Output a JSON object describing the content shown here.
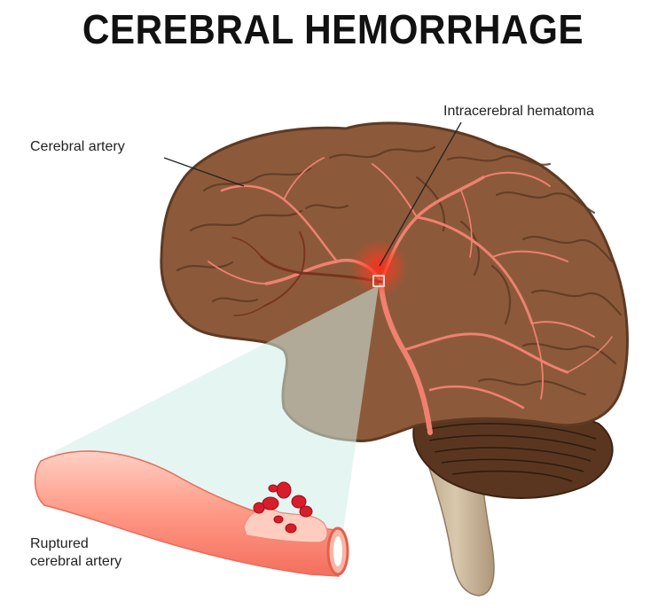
{
  "title": "CEREBRAL HEMORRHAGE",
  "labels": {
    "hematoma": "Intracerebral hematoma",
    "artery": "Cerebral artery",
    "ruptured_line1": "Ruptured",
    "ruptured_line2": "cerebral artery"
  },
  "colors": {
    "brain_fill": "#8c5a3a",
    "brain_dark": "#5e3a24",
    "cerebellum": "#5a3620",
    "brainstem": "#c9b79c",
    "artery": "#f08070",
    "artery_dark": "#7a3320",
    "hemorrhage": "#ff2b1a",
    "zoom_beam": "#cfece6",
    "blood_cell": "#d81e2a"
  }
}
